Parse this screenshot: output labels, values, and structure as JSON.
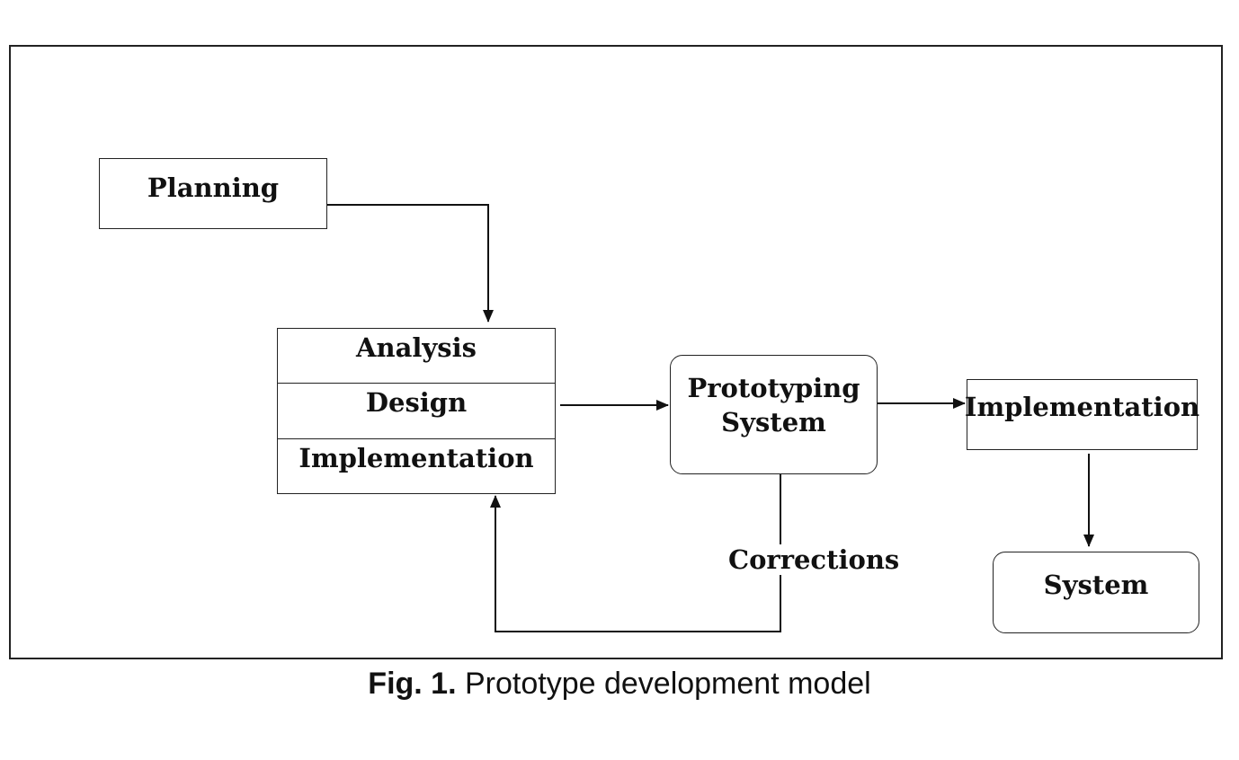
{
  "diagram": {
    "nodes": {
      "planning": "Planning",
      "analysis": "Analysis",
      "design": "Design",
      "implementation_stage": "Implementation",
      "prototyping": [
        "Prototyping",
        "System"
      ],
      "implementation": "Implementation",
      "system": "System"
    },
    "edge_labels": {
      "corrections": "Corrections"
    },
    "edges": [
      {
        "from": "planning",
        "to": "analysis-design-implementation"
      },
      {
        "from": "analysis-design-implementation",
        "to": "prototyping"
      },
      {
        "from": "prototyping",
        "to": "implementation"
      },
      {
        "from": "implementation",
        "to": "system"
      },
      {
        "from": "prototyping",
        "to": "analysis-design-implementation",
        "label": "Corrections"
      }
    ]
  },
  "caption": {
    "number": "Fig. 1.",
    "text": "Prototype development model"
  }
}
